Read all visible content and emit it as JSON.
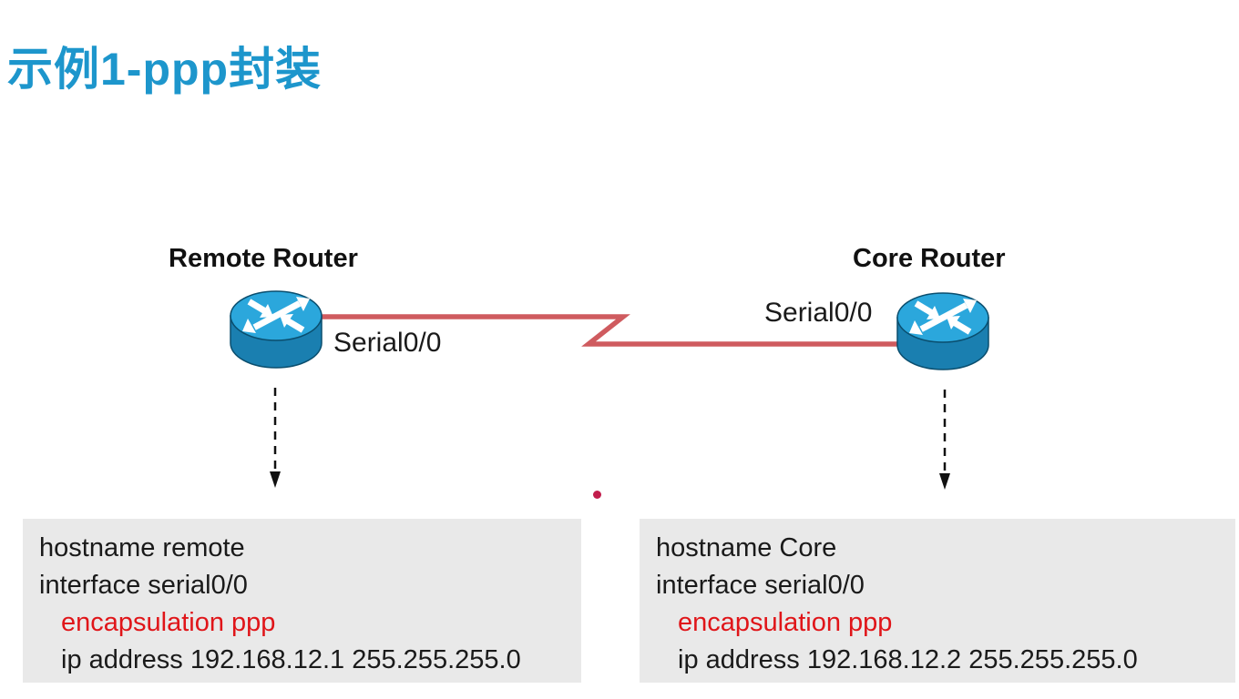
{
  "title": "示例1-ppp封装",
  "colors": {
    "title-blue": "#1d96cc",
    "link-red": "#cf5b5f",
    "command-red": "#e01519",
    "box-gray": "#e9e9e9",
    "router-top-blue": "#2ba7dc",
    "router-body-blue": "#1a7fb0",
    "router-outline-blue": "#0a4e6e",
    "text-black": "#1a1a1a",
    "laser-dot-red": "#c21d4c"
  },
  "diagram": {
    "left_router": {
      "label": "Remote Router",
      "interface": "Serial0/0"
    },
    "right_router": {
      "label": "Core Router",
      "interface": "Serial0/0"
    },
    "link_type": "serial-zigzag"
  },
  "configs": {
    "left": {
      "lines": [
        "hostname remote",
        "interface serial0/0",
        "encapsulation ppp",
        "ip address 192.168.12.1 255.255.255.0"
      ]
    },
    "right": {
      "lines": [
        "hostname Core",
        "interface serial0/0",
        "encapsulation ppp",
        "ip address 192.168.12.2 255.255.255.0"
      ]
    }
  }
}
